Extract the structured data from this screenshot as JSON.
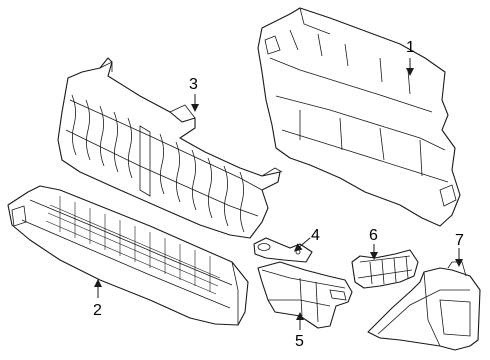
{
  "callouts": {
    "c1": "1",
    "c2": "2",
    "c3": "3",
    "c4": "4",
    "c5": "5",
    "c6": "6",
    "c7": "7"
  },
  "colors": {
    "line": "#1a1a1a",
    "background": "#ffffff",
    "text": "#000000"
  }
}
